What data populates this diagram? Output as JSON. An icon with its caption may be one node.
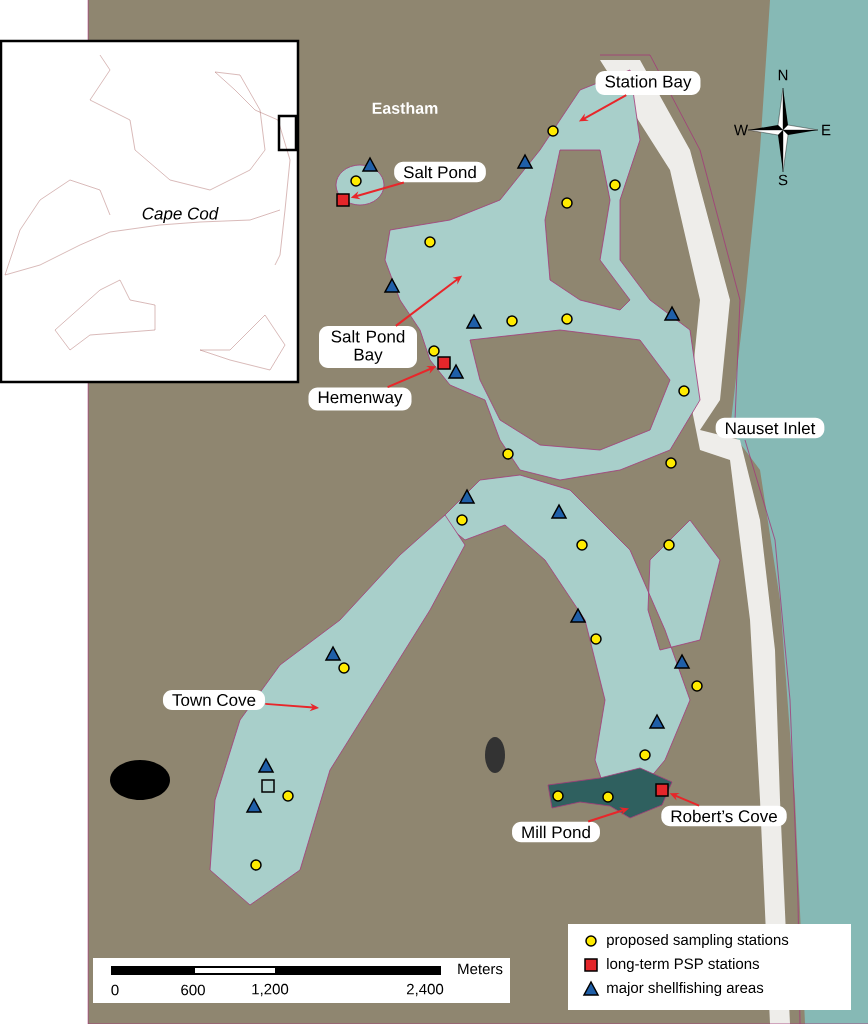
{
  "diagram": {
    "nodes": [
      {
        "text": [
          "Station Bay"
        ]
      },
      {
        "text": [
          "Salt Pond"
        ]
      },
      {
        "text": [],
        "shape": "box"
      },
      {
        "text": [
          "Salt Pond Bay"
        ]
      },
      {
        "text": [],
        "shape": "box"
      },
      {
        "text": [
          "Hemenway"
        ]
      },
      {
        "text": [
          "Nauset Inlet"
        ]
      },
      {
        "text": [
          "Town Cove"
        ]
      },
      {
        "text": [],
        "shape": "box"
      },
      {
        "text": [
          "Robert’s Cove"
        ]
      },
      {
        "text": [
          "Mill Pond"
        ]
      }
    ],
    "edges": [
      {
        "from": 0,
        "to": null,
        "arrow": "to"
      },
      {
        "from": 1,
        "to": 2,
        "arrow": "to"
      },
      {
        "from": 3,
        "to": null,
        "arrow": "to"
      },
      {
        "from": 5,
        "to": 4,
        "arrow": "to"
      },
      {
        "from": 7,
        "to": null,
        "arrow": "to"
      },
      {
        "from": 9,
        "to": 8,
        "arrow": "to"
      },
      {
        "from": 10,
        "to": null,
        "arrow": "to"
      }
    ],
    "labels": [
      "N",
      "Eastham",
      "W",
      "E",
      "S",
      "Cape Cod",
      "Meters",
      "0",
      "600",
      "1,200",
      "2,400"
    ],
    "legend": [
      {
        "text": "proposed sampling stations"
      },
      {
        "text": "long-term PSP stations"
      },
      {
        "text": "major shellfishing areas"
      }
    ]
  }
}
